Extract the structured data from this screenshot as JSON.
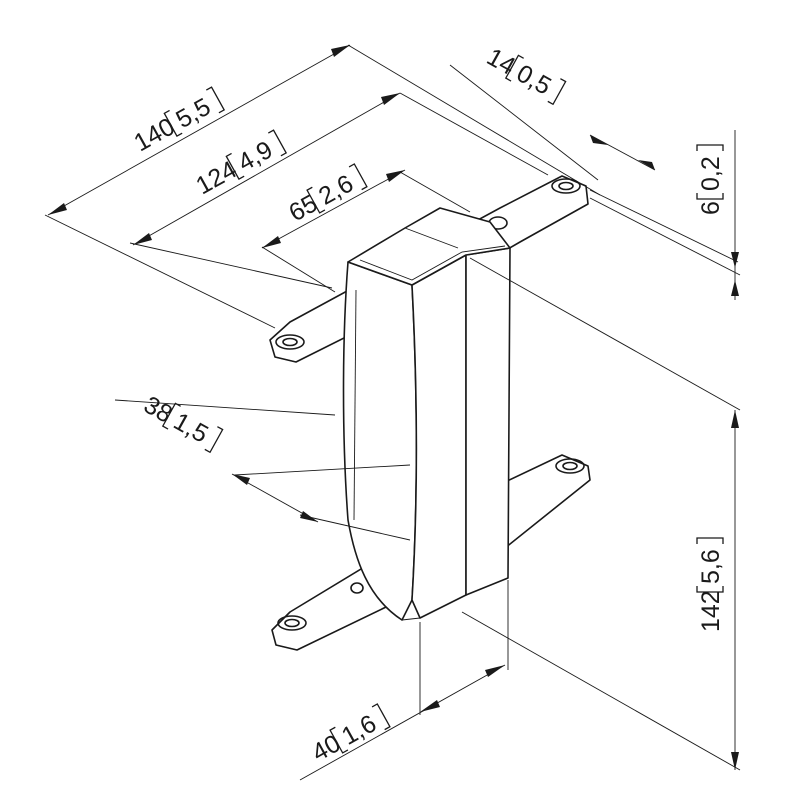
{
  "colors": {
    "line": "#1a1a1a",
    "background": "#ffffff"
  },
  "dimensions": {
    "d140": {
      "mm": "140",
      "inch": "5,5"
    },
    "d14": {
      "mm": "14",
      "inch": "0,5"
    },
    "d124": {
      "mm": "124",
      "inch": "4,9"
    },
    "d65": {
      "mm": "65",
      "inch": "2,6"
    },
    "d6": {
      "mm": "6",
      "inch": "0,2"
    },
    "d38": {
      "mm": "38",
      "inch": "1,5"
    },
    "d142": {
      "mm": "142",
      "inch": "5,6"
    },
    "d40": {
      "mm": "40",
      "inch": "1,6"
    }
  }
}
